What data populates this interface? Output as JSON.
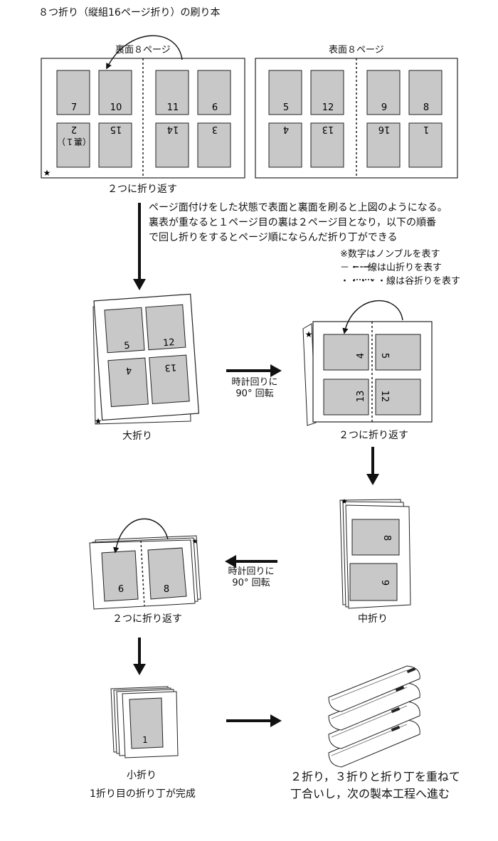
{
  "title": "８つ折り（縦組16ページ折り）の刷り本",
  "sheet": {
    "back_label": "裏面８ページ",
    "front_label": "表面８ページ",
    "back_top": [
      "7",
      "10",
      "11",
      "6"
    ],
    "back_bottom": [
      "2",
      "15",
      "14",
      "3"
    ],
    "back_note": "（裏１）",
    "front_top": [
      "5",
      "12",
      "9",
      "8"
    ],
    "front_bottom": [
      "4",
      "13",
      "16",
      "1"
    ],
    "fold_caption": "２つに折り返す"
  },
  "explanation": [
    "ページ面付けをした状態で表面と裏面を刷ると上図のようになる。",
    "裏表が重なると１ページ目の裏は２ページ目となり，以下の順番",
    "で回し折りをするとページ順にならんだ折り丁ができる"
  ],
  "legend": [
    "※数字はノンブルを表す",
    "－・－線は山折りを表す",
    "・・・・・線は谷折りを表す"
  ],
  "steps": {
    "big_fold": {
      "label": "大折り",
      "pages": [
        "5",
        "12",
        "4",
        "13"
      ]
    },
    "rotate_label_1": "時計回りに",
    "rotate_label_2": "90° 回転",
    "fold_back_1": {
      "label": "２つに折り返す",
      "pages": [
        "4",
        "5",
        "13",
        "12"
      ]
    },
    "middle_fold": {
      "label": "中折り",
      "pages": [
        "8",
        "9"
      ]
    },
    "fold_back_2": {
      "label": "２つに折り返す",
      "pages": [
        "6",
        "8"
      ]
    },
    "small_fold": {
      "label": "小折り",
      "sublabel": "1折り目の折り丁が完成",
      "page": "1"
    },
    "final_line_1": "２折り，３折りと折り丁を重ねて",
    "final_line_2": "丁合いし，次の製本工程へ進む"
  },
  "colors": {
    "page_fill": "#c8c8c8",
    "line": "#222222"
  }
}
